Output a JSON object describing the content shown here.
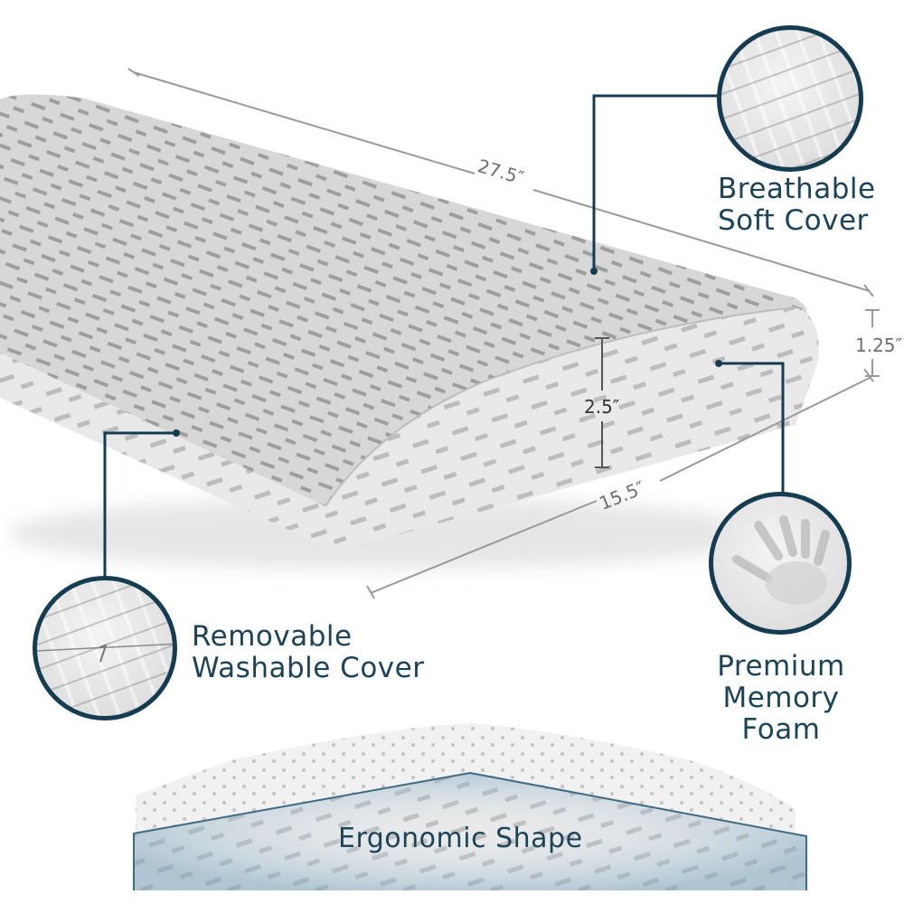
{
  "callouts": {
    "top_right": {
      "line1": "Breathable",
      "line2": "Soft Cover"
    },
    "left": {
      "line1": "Removable",
      "line2": "Washable Cover"
    },
    "right": {
      "line1": "Premium",
      "line2": "Memory Foam"
    },
    "bottom": {
      "label": "Ergonomic Shape"
    }
  },
  "dimensions": {
    "length": "27.5″",
    "width": "15.5″",
    "center_height": "2.5″",
    "edge_height": "1.25″"
  },
  "colors": {
    "accent": "#163c52",
    "label_text": "#1d4358",
    "dimension_line": "#9a9a9a",
    "fabric": "#dcdcdc"
  }
}
